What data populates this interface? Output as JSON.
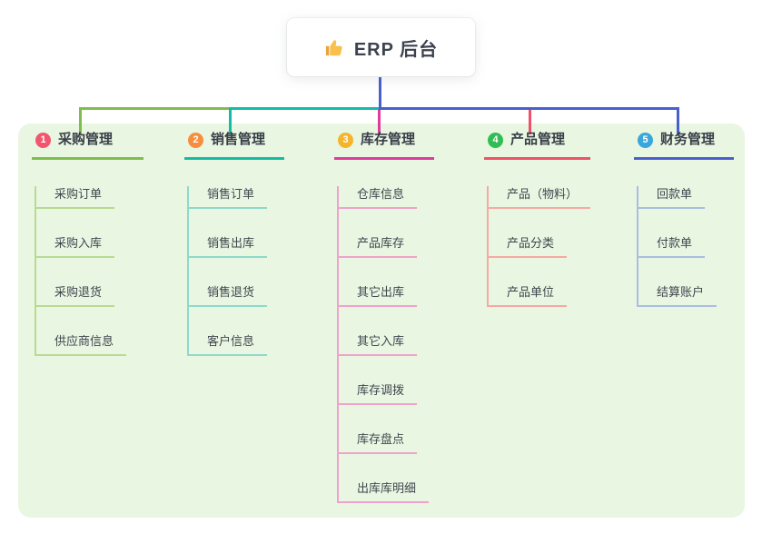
{
  "root": {
    "label": "ERP 后台",
    "icon": "thumbs-up-icon"
  },
  "canvas": {
    "background": "#FFFFFF",
    "panel_background": "#E9F6E2"
  },
  "connectors": {
    "root_line_color": "#4A5FCE",
    "segments": [
      {
        "name": "green-horizontal",
        "color": "#7FBE4D"
      },
      {
        "name": "teal-horizontal",
        "color": "#14BCA4"
      },
      {
        "name": "blue-horizontal",
        "color": "#4A5FCE"
      },
      {
        "name": "magenta-drop",
        "color": "#DC3C9E"
      },
      {
        "name": "red-drop",
        "color": "#EF5168"
      }
    ]
  },
  "branches": [
    {
      "index": "1",
      "label": "采购管理",
      "badge_color": "#F2566E",
      "line_color": "#7FBE4D",
      "child_line_color": "#B7DB92",
      "children": [
        "采购订单",
        "采购入库",
        "采购退货",
        "供应商信息"
      ]
    },
    {
      "index": "2",
      "label": "销售管理",
      "badge_color": "#F78E3E",
      "line_color": "#14BCA4",
      "child_line_color": "#8FD9CB",
      "children": [
        "销售订单",
        "销售出库",
        "销售退货",
        "客户信息"
      ]
    },
    {
      "index": "3",
      "label": "库存管理",
      "badge_color": "#F6B42C",
      "line_color": "#DC3C9E",
      "child_line_color": "#F0A2CC",
      "children": [
        "仓库信息",
        "产品库存",
        "其它出库",
        "其它入库",
        "库存调拨",
        "库存盘点",
        "出库库明细"
      ]
    },
    {
      "index": "4",
      "label": "产品管理",
      "badge_color": "#2FBE54",
      "line_color": "#EF5168",
      "child_line_color": "#F7A8A4",
      "children": [
        "产品（物料）",
        "产品分类",
        "产品单位"
      ]
    },
    {
      "index": "5",
      "label": "财务管理",
      "badge_color": "#38A7DB",
      "line_color": "#4A5FCE",
      "child_line_color": "#A9BEE0",
      "children": [
        "回款单",
        "付款单",
        "结算账户"
      ]
    }
  ]
}
